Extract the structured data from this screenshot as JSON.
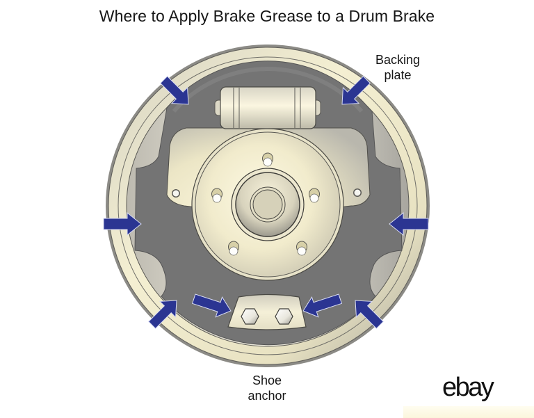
{
  "title": "Where to Apply Brake Grease to a Drum Brake",
  "labels": {
    "backing_plate": "Backing\nplate",
    "backing_plate_line1": "Backing",
    "backing_plate_line2": "plate",
    "shoe_anchor_line1": "Shoe",
    "shoe_anchor_line2": "anchor"
  },
  "brand": {
    "logo_text": "ebay"
  },
  "colors": {
    "arrow": "#2b3592",
    "arrow_outline": "#d8dcf4",
    "plate_cream": "#f4efd2",
    "plate_gray": "#7a7a7a",
    "recess_gray": "#6e6e6e",
    "text": "#161616"
  },
  "diagram": {
    "components": [
      {
        "name": "Backing plate",
        "type": "outer ring"
      },
      {
        "name": "Wheel cylinder",
        "type": "top cylinder"
      },
      {
        "name": "Hub with 5 wheel studs",
        "type": "center hub"
      },
      {
        "name": "Shoe anchor",
        "type": "bottom anchor with 2 hex bolts"
      }
    ],
    "grease_points_arrow_count": 8
  }
}
